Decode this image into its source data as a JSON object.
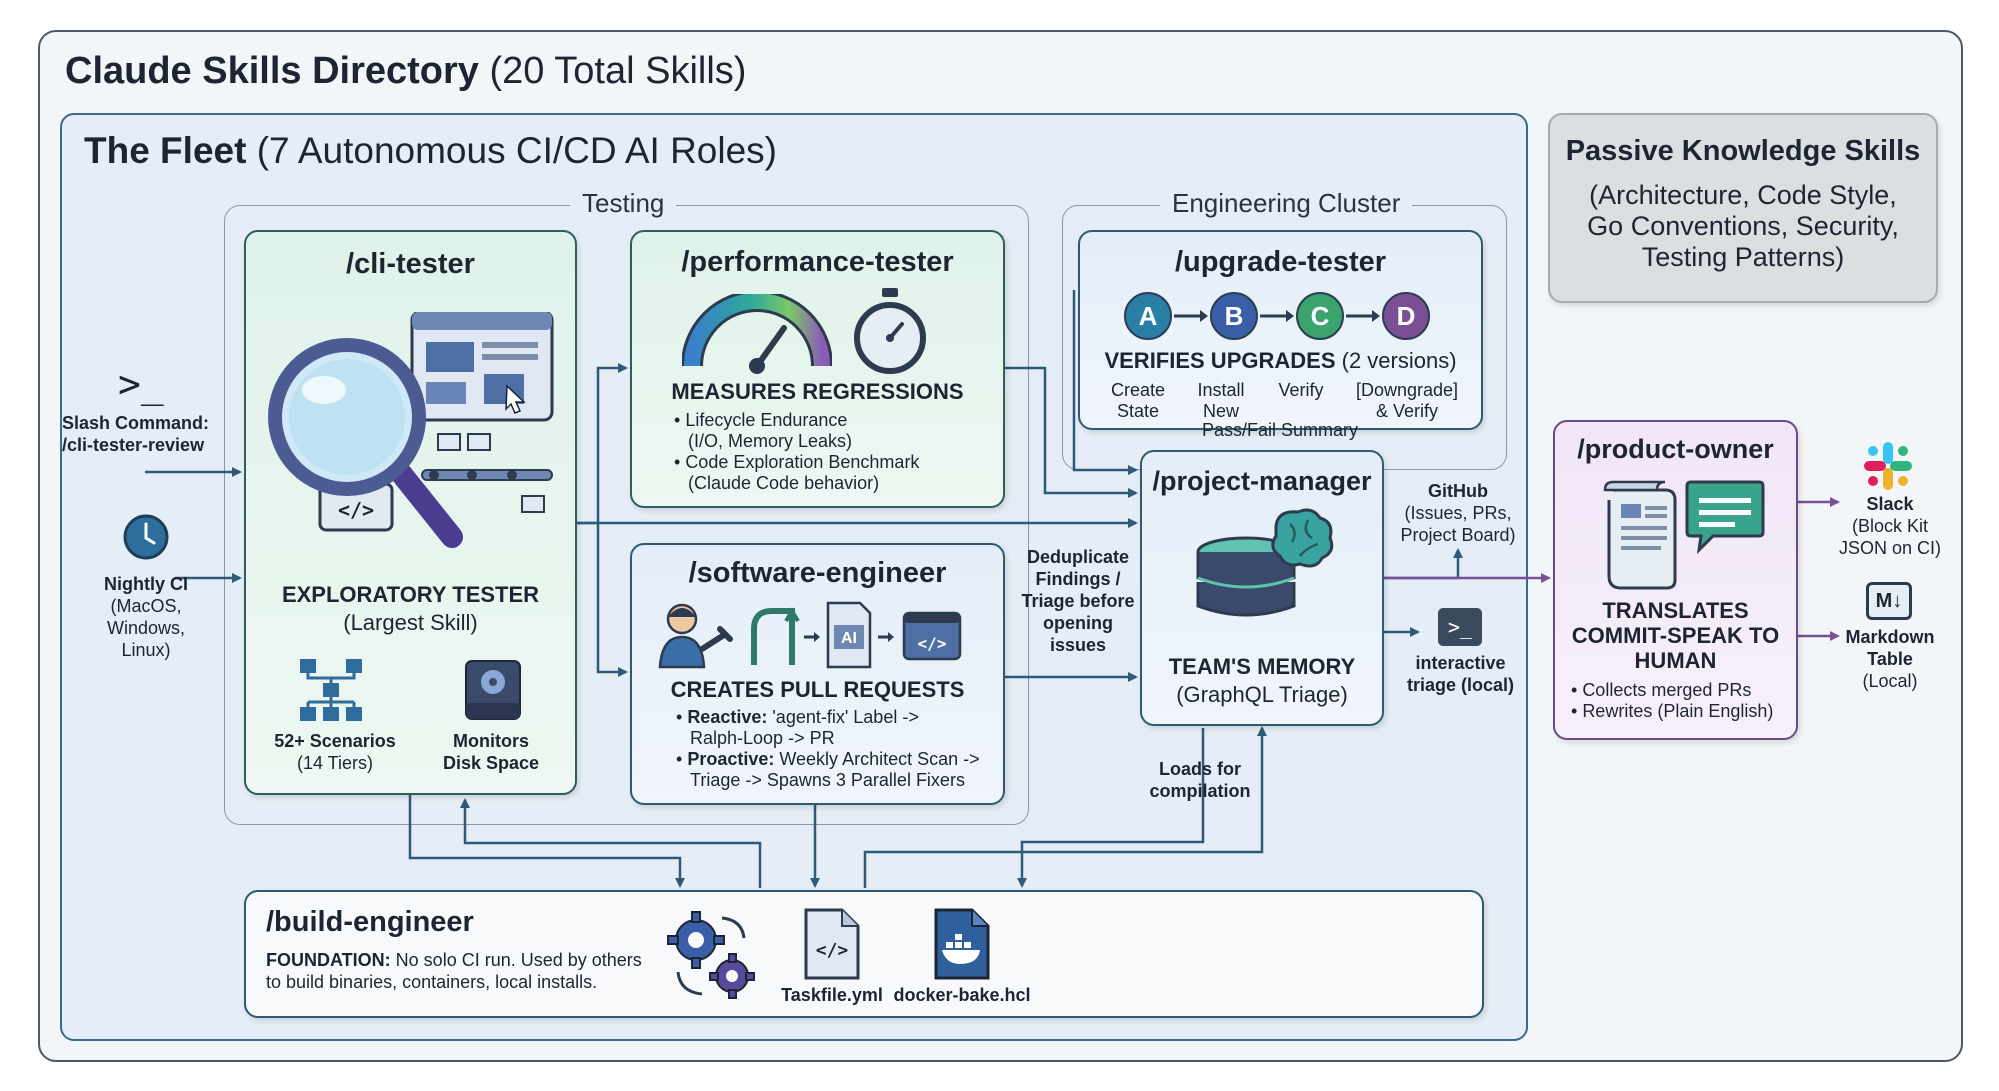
{
  "directory": {
    "title_bold": "Claude Skills Directory",
    "title_rest": "(20 Total Skills)"
  },
  "fleet": {
    "title_bold": "The Fleet",
    "title_rest": "(7 Autonomous CI/CD AI Roles)",
    "groups": {
      "testing": "Testing",
      "engineering": "Engineering Cluster"
    }
  },
  "triggers": {
    "slash_prompt": ">_",
    "slash_label": "Slash Command:",
    "slash_cmd": "/cli-tester-review",
    "nightly_title": "Nightly CI",
    "nightly_os": [
      "(MacOS,",
      "Windows,",
      "Linux)"
    ]
  },
  "cli_tester": {
    "title": "/cli-tester",
    "heading": "EXPLORATORY TESTER",
    "sub": "(Largest Skill)",
    "code_glyph": "</>",
    "scenarios_title": "52+ Scenarios",
    "scenarios_sub": "(14 Tiers)",
    "disk_line1": "Monitors",
    "disk_line2": "Disk Space"
  },
  "performance_tester": {
    "title": "/performance-tester",
    "heading": "MEASURES REGRESSIONS",
    "bullets": [
      [
        "Lifecycle Endurance",
        "(I/O, Memory Leaks)"
      ],
      [
        "Code Exploration Benchmark",
        "(Claude Code behavior)"
      ]
    ]
  },
  "software_engineer": {
    "title": "/software-engineer",
    "heading": "CREATES PULL REQUESTS",
    "ai_glyph": "AI",
    "code_glyph": "</>",
    "reactive_label": "Reactive:",
    "reactive_text": "'agent-fix' Label ->",
    "reactive_text2": "Ralph-Loop -> PR",
    "proactive_label": "Proactive:",
    "proactive_text": "Weekly Architect Scan ->",
    "proactive_text2": "Triage -> Spawns 3 Parallel Fixers"
  },
  "upgrade_tester": {
    "title": "/upgrade-tester",
    "steps": [
      "A",
      "B",
      "C",
      "D"
    ],
    "heading_bold": "VERIFIES UPGRADES",
    "heading_rest": "(2 versions)",
    "cols": [
      [
        "Create",
        "State"
      ],
      [
        "Install",
        "New"
      ],
      [
        "Verify",
        ""
      ],
      [
        "[Downgrade]",
        "& Verify"
      ]
    ],
    "summary": "Pass/Fail Summary"
  },
  "project_manager": {
    "title": "/project-manager",
    "heading": "TEAM'S MEMORY",
    "sub": "(GraphQL Triage)"
  },
  "product_owner": {
    "title": "/product-owner",
    "heading_lines": [
      "TRANSLATES",
      "COMMIT-SPEAK TO",
      "HUMAN"
    ],
    "bullets": [
      "Collects merged PRs",
      "Rewrites (Plain English)"
    ]
  },
  "build_engineer": {
    "title": "/build-engineer",
    "foundation_label": "FOUNDATION:",
    "foundation_text": "No solo CI run. Used by others",
    "foundation_text2": "to build binaries, containers, local installs.",
    "code_glyph": "</>",
    "file1": "Taskfile.yml",
    "file2": "docker-bake.hcl"
  },
  "passive": {
    "title": "Passive Knowledge Skills",
    "lines": [
      "(Architecture, Code Style,",
      "Go Conventions, Security,",
      "Testing Patterns)"
    ]
  },
  "annotations": {
    "dedupe": [
      "Deduplicate",
      "Findings /",
      "Triage before",
      "opening",
      "issues"
    ],
    "github_title": "GitHub",
    "github_lines": [
      "(Issues, PRs,",
      "Project Board)"
    ],
    "interactive": [
      "interactive",
      "triage (local)"
    ],
    "interactive_glyph": ">_",
    "loads": [
      "Loads for",
      "compilation"
    ]
  },
  "outputs": {
    "slack_title": "Slack",
    "slack_lines": [
      "(Block Kit",
      "JSON on CI)"
    ],
    "md_glyph": "M↓",
    "md_title": [
      "Markdown",
      "Table"
    ],
    "md_sub": "(Local)"
  },
  "colors": {
    "green_card": "#dff3ea",
    "blue_card": "#e4eef8",
    "purple_card": "#f1e6f7",
    "arrow_blue": "#2f5a78",
    "arrow_purple": "#7a4f95",
    "slack_red": "#e01e5a",
    "slack_blue": "#36c5f0",
    "slack_green": "#2eb67d",
    "slack_yellow": "#ecb22e"
  }
}
